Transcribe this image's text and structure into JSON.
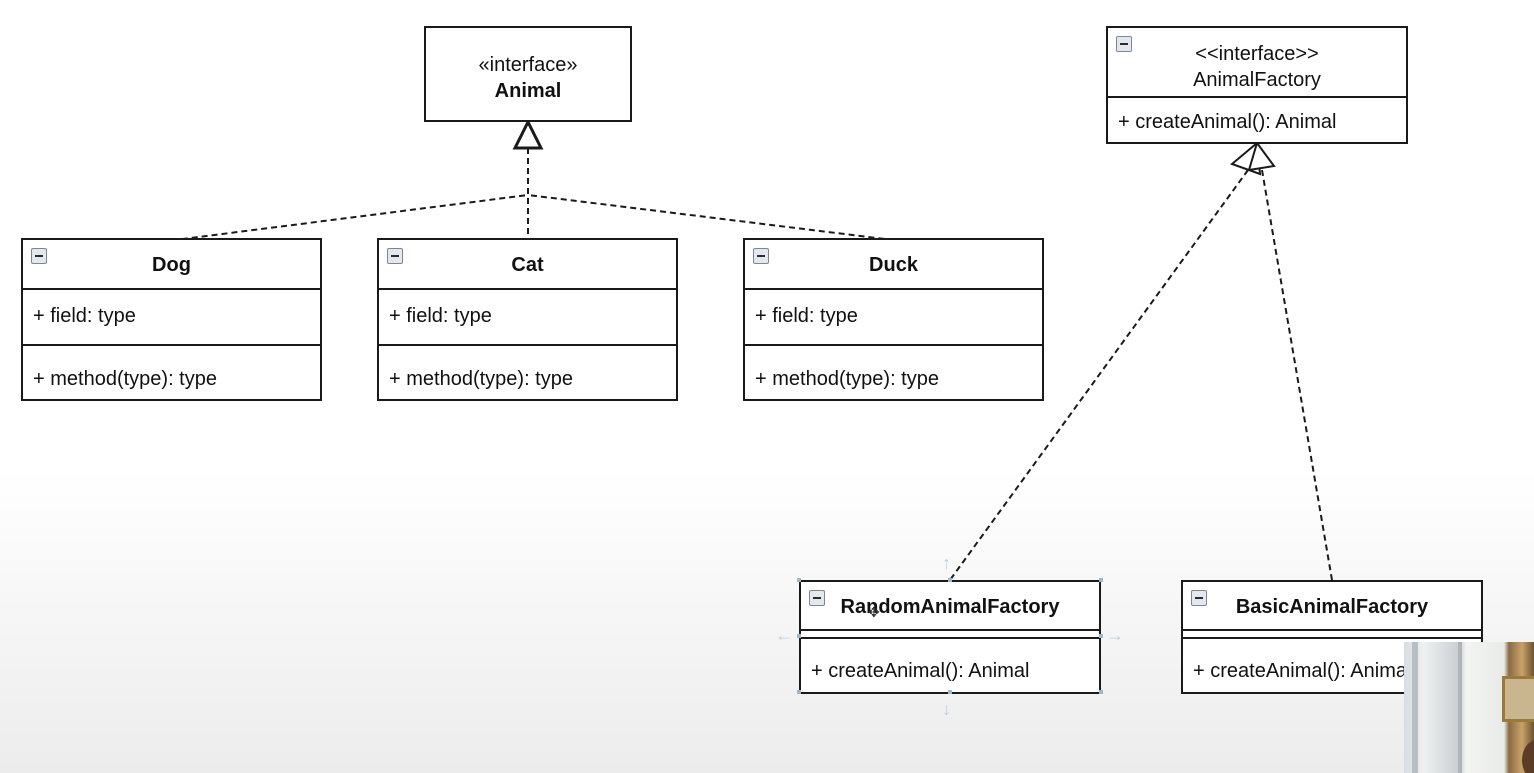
{
  "diagram": {
    "animal_interface": {
      "stereotype": "«interface»",
      "name": "Animal"
    },
    "dog": {
      "name": "Dog",
      "field": "+ field: type",
      "method": "+ method(type): type"
    },
    "cat": {
      "name": "Cat",
      "field": "+ field: type",
      "method": "+ method(type): type"
    },
    "duck": {
      "name": "Duck",
      "field": "+ field: type",
      "method": "+ method(type): type"
    },
    "factory_interface": {
      "stereotype": "<<interface>>",
      "name": "AnimalFactory",
      "method": "+ createAnimal(): Animal"
    },
    "random_factory": {
      "name": "RandomAnimalFactory",
      "method": "+ createAnimal(): Animal"
    },
    "basic_factory": {
      "name": "BasicAnimalFactory",
      "method": "+ createAnimal(): Animal"
    }
  },
  "relations": [
    {
      "from": "Dog",
      "to": "Animal",
      "type": "realization"
    },
    {
      "from": "Cat",
      "to": "Animal",
      "type": "realization"
    },
    {
      "from": "Duck",
      "to": "Animal",
      "type": "realization"
    },
    {
      "from": "RandomAnimalFactory",
      "to": "AnimalFactory",
      "type": "realization"
    },
    {
      "from": "BasicAnimalFactory",
      "to": "AnimalFactory",
      "type": "realization"
    }
  ],
  "colors": {
    "line": "#1a1a1a",
    "selection": "#9fb7c9"
  },
  "icons": {
    "collapse": "collapse-icon",
    "move": "move-handle-icon"
  }
}
